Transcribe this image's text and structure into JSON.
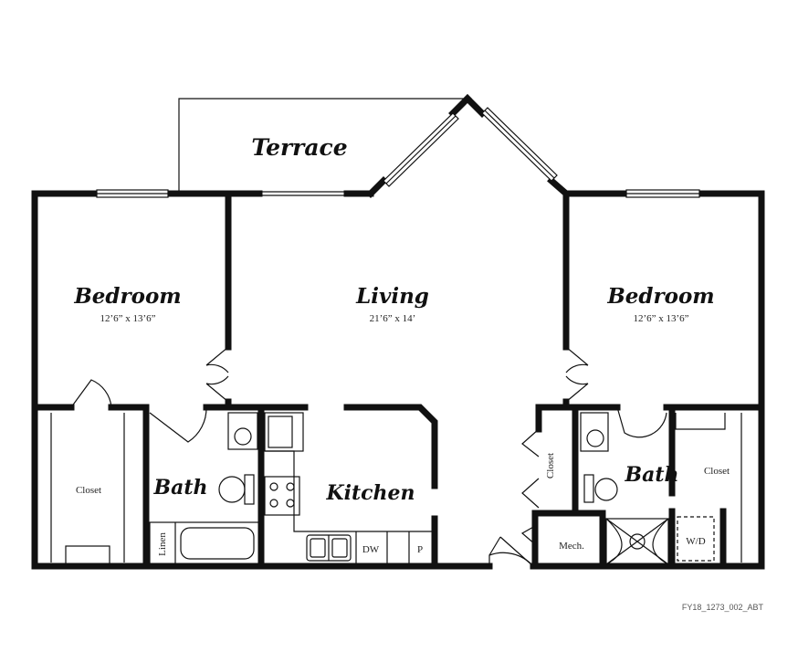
{
  "rooms": {
    "terrace": "Terrace",
    "bedroom_left": "Bedroom",
    "bedroom_left_dim": "12’6” x 13’6”",
    "living": "Living",
    "living_dim": "21’6” x 14’",
    "bedroom_right": "Bedroom",
    "bedroom_right_dim": "12’6” x 13’6”",
    "closet_left": "Closet",
    "bath_left": "Bath",
    "linen": "Linen",
    "kitchen": "Kitchen",
    "dw": "DW",
    "pantry": "P",
    "closet_mid": "Closet",
    "mech": "Mech.",
    "bath_right": "Bath",
    "closet_right": "Closet",
    "wd": "W/D"
  },
  "plan_code": "FY18_1273_002_ABT"
}
